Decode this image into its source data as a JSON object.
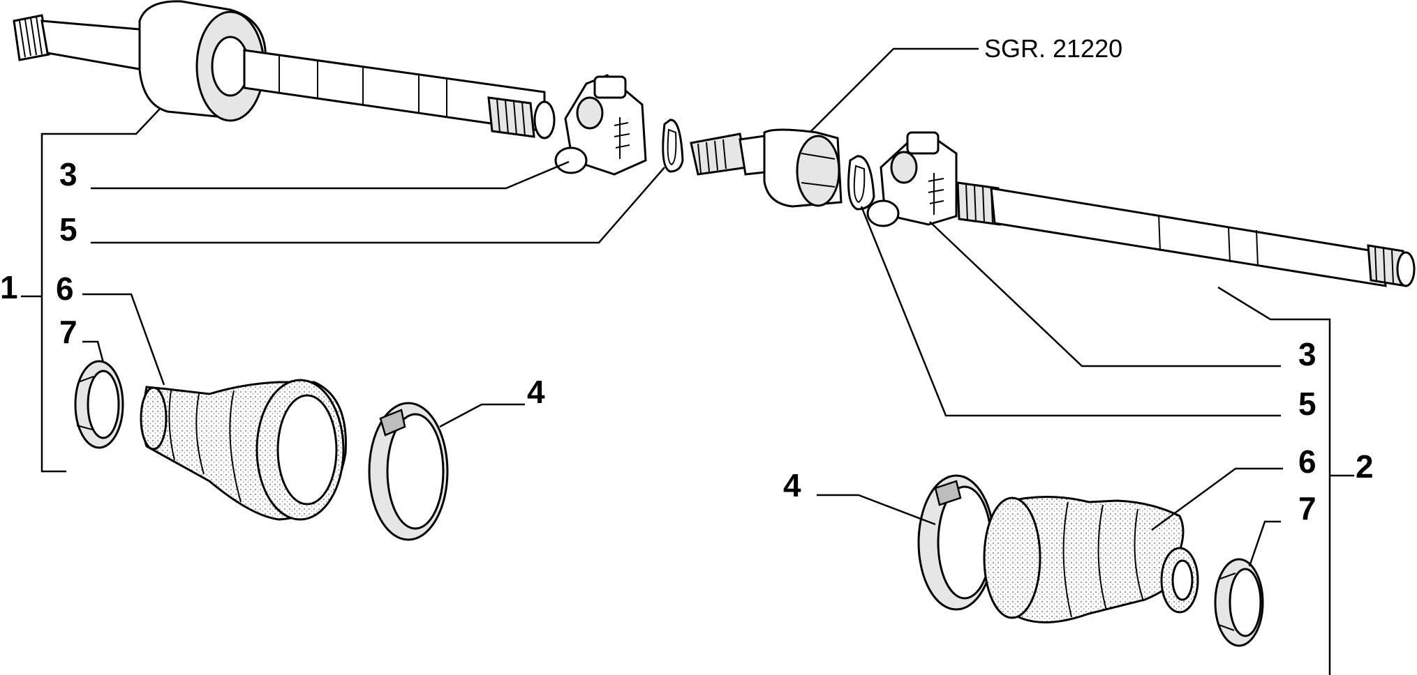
{
  "reference": "SGR. 21220",
  "labels": {
    "shaft_left": "1",
    "shaft_right": "2",
    "joint_left": "3",
    "joint_right": "3",
    "clip_left": "5",
    "clip_right": "5",
    "boot_left": "6",
    "boot_right": "6",
    "clamp_small_left": "7",
    "clamp_small_right": "7",
    "clamp_big_left": "4",
    "clamp_big_right": "4"
  }
}
